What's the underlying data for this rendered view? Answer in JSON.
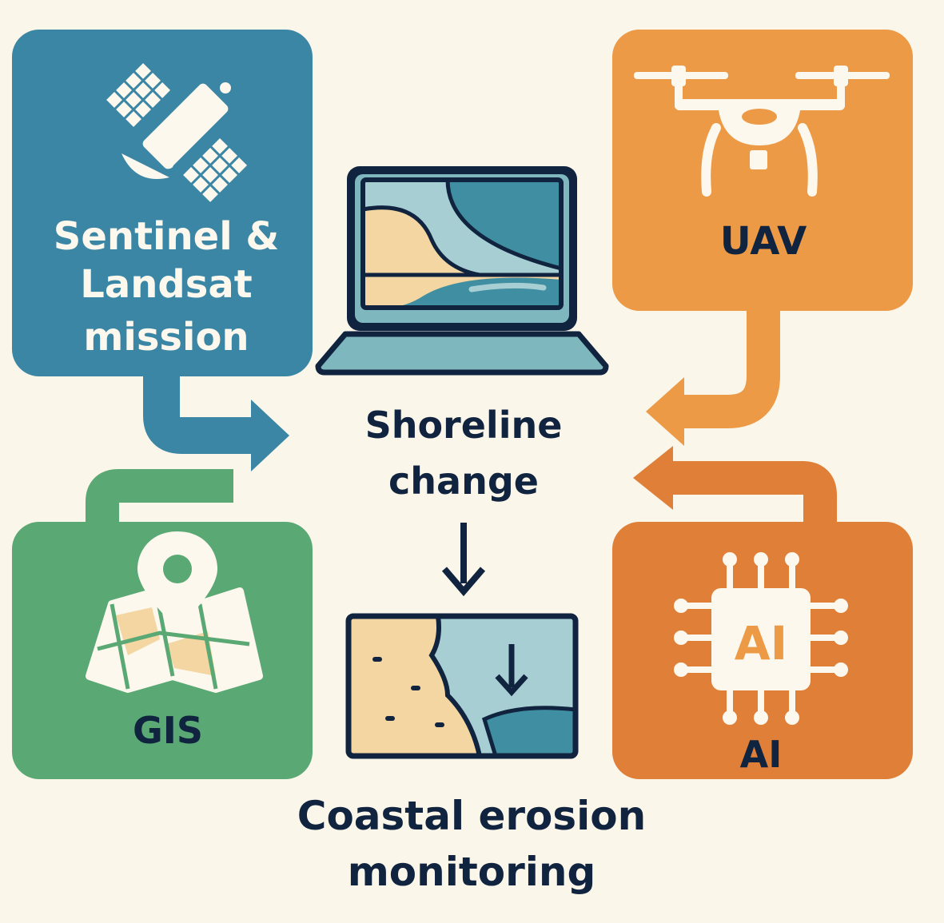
{
  "colors": {
    "background": "#fbf6ea",
    "satellite_box": "#3a86a4",
    "uav_box": "#ec9a45",
    "gis_box": "#5aa874",
    "ai_box": "#e07f38",
    "navy": "#10233f",
    "sand": "#f3d6a2",
    "light_water": "#a7cfd3",
    "deep_water": "#3f8ea1",
    "white": "#fdf8ee"
  },
  "nodes": {
    "satellite": {
      "label_lines": [
        "Sentinel &",
        "Landsat",
        "mission"
      ],
      "icon": "satellite-icon"
    },
    "uav": {
      "label": "UAV",
      "icon": "drone-icon"
    },
    "gis": {
      "label": "GIS",
      "icon": "map-pin-icon"
    },
    "ai": {
      "label": "AI",
      "chip_text": "AI",
      "icon": "ai-chip-icon"
    },
    "shoreline": {
      "label_lines": [
        "Shoreline",
        "change"
      ],
      "icon": "laptop-shoreline-icon"
    },
    "erosion": {
      "label_lines": [
        "Coastal erosion",
        "monitoring"
      ],
      "icon": "eroding-coast-icon"
    }
  },
  "connections": [
    {
      "from": "satellite",
      "to": "shoreline"
    },
    {
      "from": "uav",
      "to": "shoreline"
    },
    {
      "from": "ai",
      "to": "shoreline"
    },
    {
      "from": "gis",
      "to": "shoreline"
    },
    {
      "from": "shoreline",
      "to": "erosion"
    }
  ]
}
